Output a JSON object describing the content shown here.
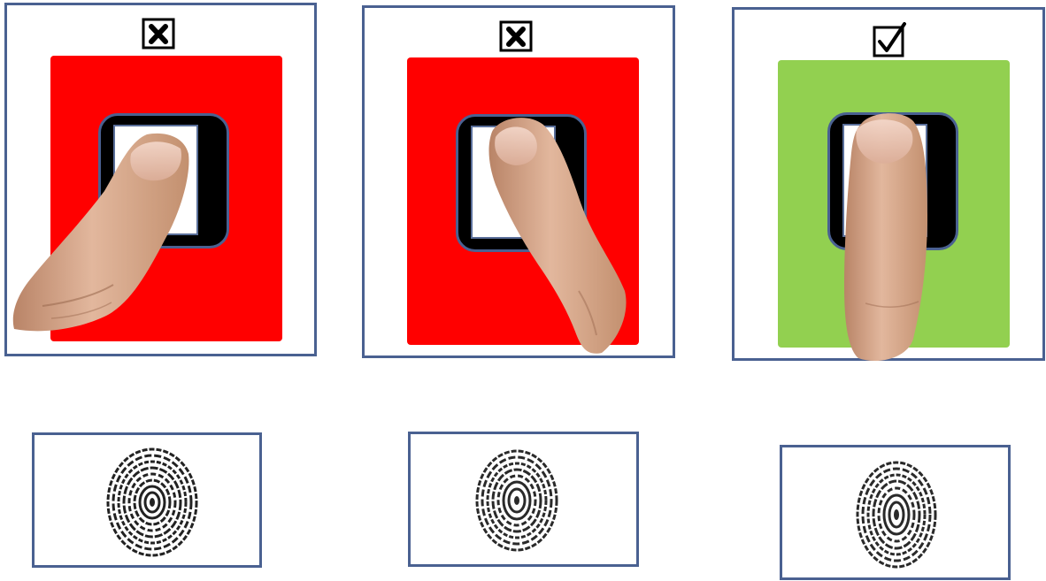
{
  "colors": {
    "frame_border": "#4a6191",
    "sensor_rejected": "#ff0000",
    "sensor_accepted": "#92d050",
    "reader_body": "#000000",
    "skin": "#d9a98c"
  },
  "panels": [
    {
      "status": "rejected",
      "status_icon": "x-box-icon",
      "finger_pose": "tilted-left"
    },
    {
      "status": "rejected",
      "status_icon": "x-box-icon",
      "finger_pose": "tilted-right"
    },
    {
      "status": "accepted",
      "status_icon": "check-box-icon",
      "finger_pose": "upright"
    }
  ],
  "prints": [
    {
      "icon": "fingerprint-icon"
    },
    {
      "icon": "fingerprint-icon"
    },
    {
      "icon": "fingerprint-icon"
    }
  ]
}
